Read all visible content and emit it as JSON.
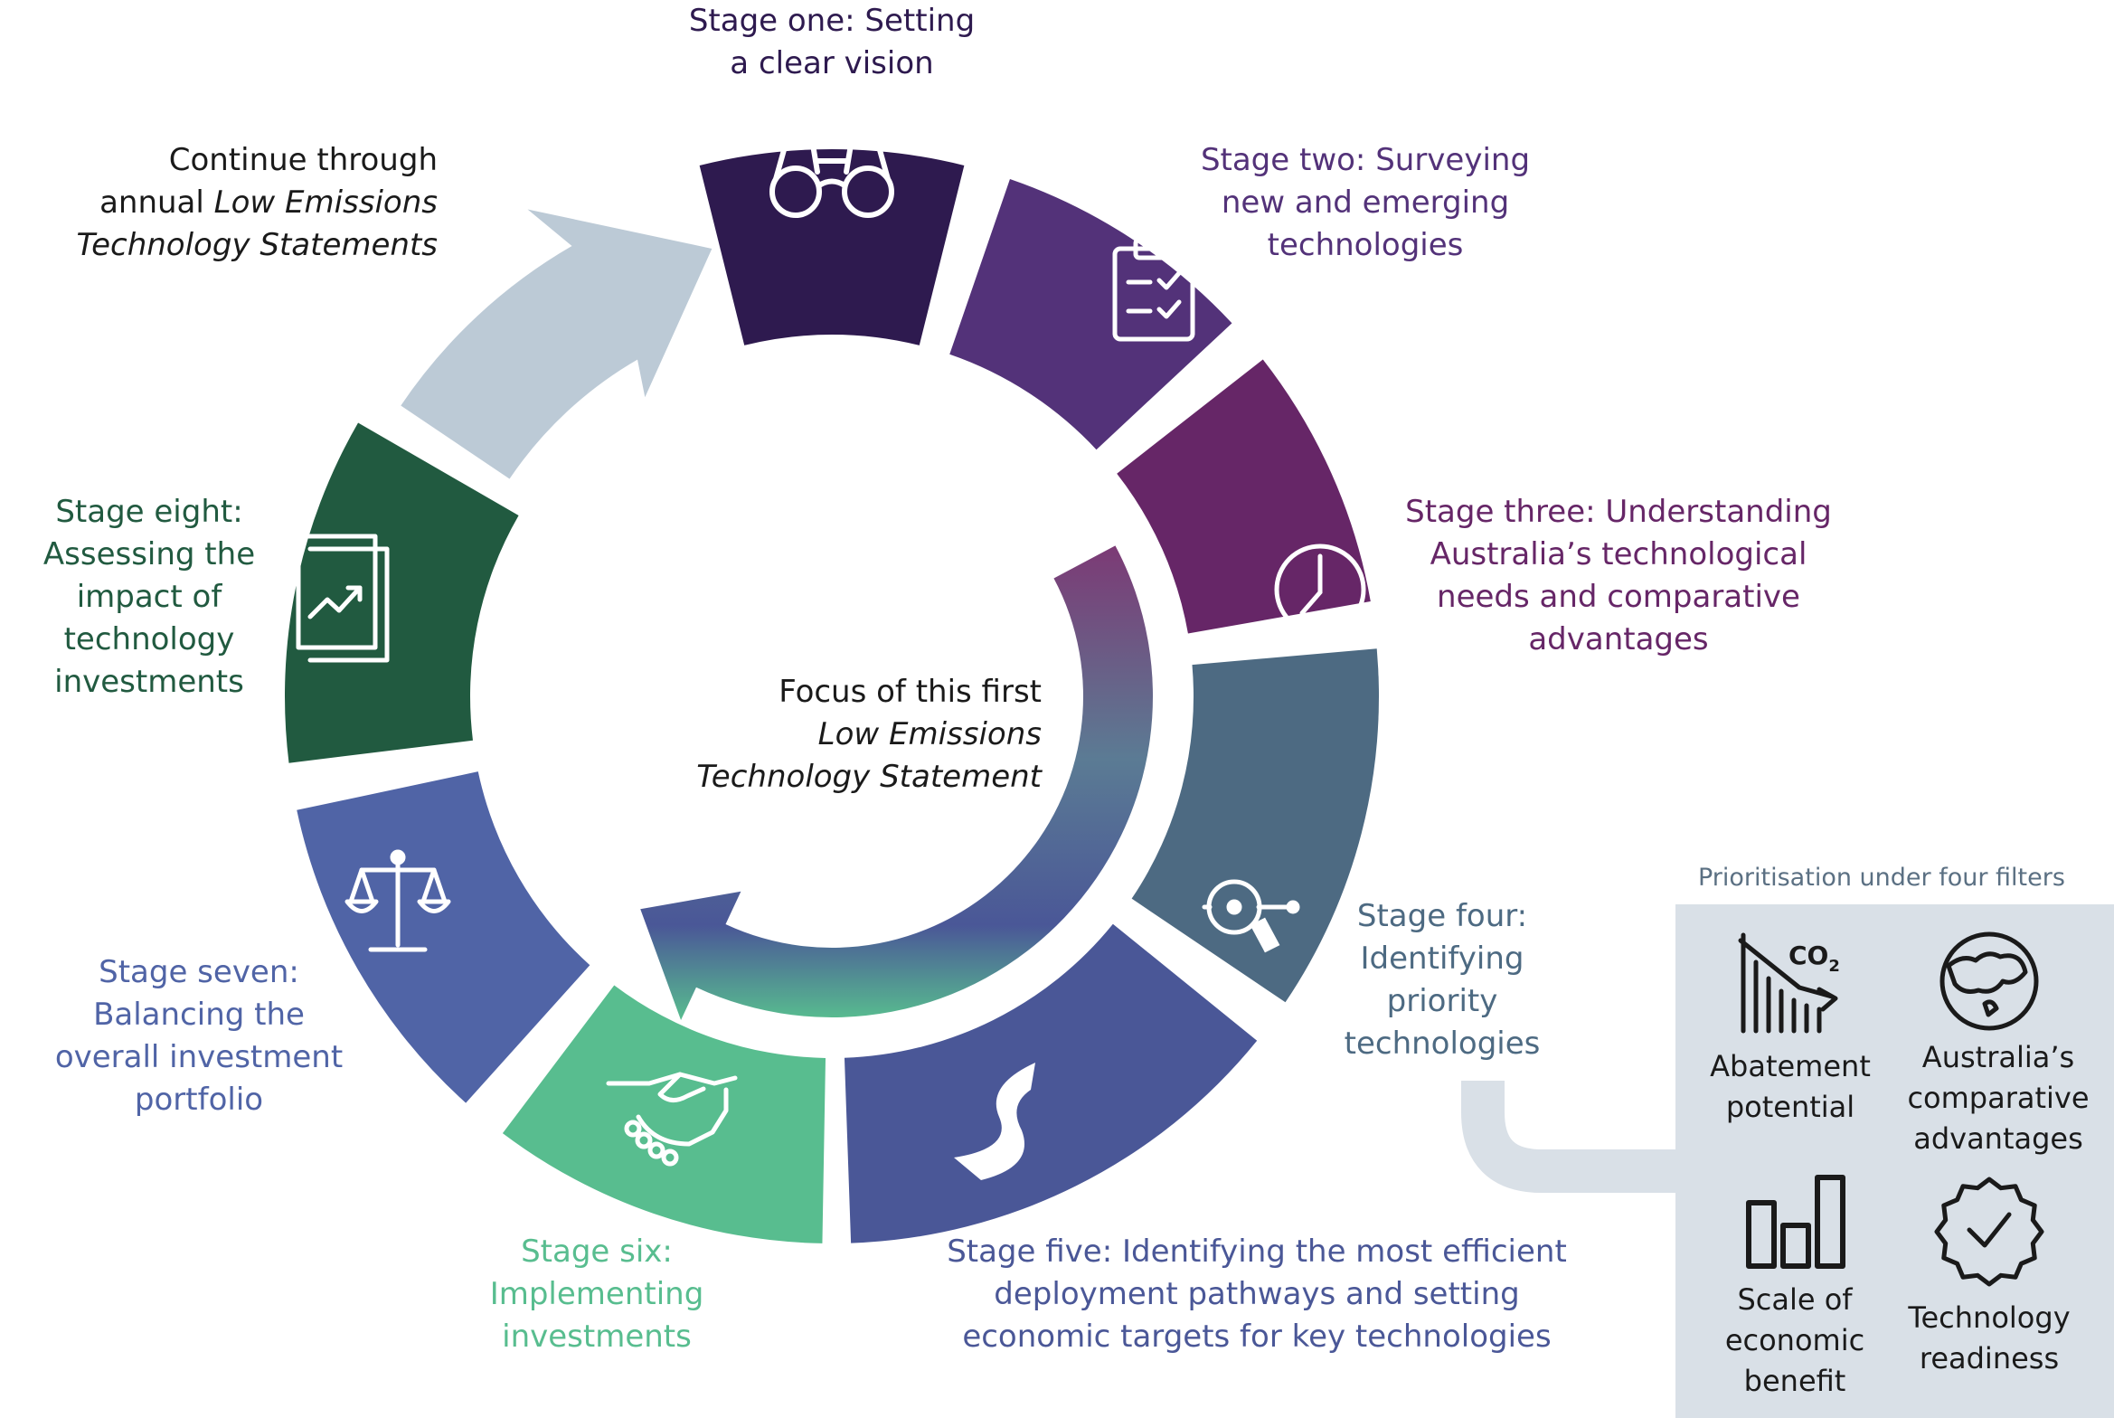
{
  "colors": {
    "stage1": "#2e1a4f",
    "stage2": "#533279",
    "stage3": "#662667",
    "stage4": "#5b7b94",
    "stage5": "#4a5797",
    "stage6": "#58bd8f",
    "stage7": "#5064a6",
    "stage8": "#215a40",
    "continue_arrow": "#bccad6",
    "filters_panel": "#d9e0e7",
    "text_dark": "#1a1a1a"
  },
  "stages": [
    {
      "id": "stage-one",
      "lines": [
        "Stage one: Setting",
        "a clear vision"
      ],
      "icon": "binoculars-icon",
      "color": "#2e1a4f"
    },
    {
      "id": "stage-two",
      "lines": [
        "Stage two: Surveying",
        "new and emerging",
        "technologies"
      ],
      "icon": "clipboard-checklist-icon",
      "color": "#533279"
    },
    {
      "id": "stage-three",
      "lines": [
        "Stage three: Understanding",
        "Australia’s technological",
        "needs and comparative",
        "advantages"
      ],
      "icon": "clock-icon",
      "color": "#662667"
    },
    {
      "id": "stage-four",
      "lines": [
        "Stage four:",
        "Identifying",
        "priority",
        "technologies"
      ],
      "icon": "magnifier-target-icon",
      "color": "#4d6a82"
    },
    {
      "id": "stage-five",
      "lines": [
        "Stage five: Identifying the most efficient",
        "deployment pathways and setting",
        "economic targets for key technologies"
      ],
      "icon": "road-icon",
      "color": "#4a5797"
    },
    {
      "id": "stage-six",
      "lines": [
        "Stage six:",
        "Implementing",
        "investments"
      ],
      "icon": "handshake-icon",
      "color": "#58bd8f"
    },
    {
      "id": "stage-seven",
      "lines": [
        "Stage seven:",
        "Balancing the",
        "overall investment",
        "portfolio"
      ],
      "icon": "scales-icon",
      "color": "#5064a6"
    },
    {
      "id": "stage-eight",
      "lines": [
        "Stage eight:",
        "Assessing the",
        "impact of",
        "technology",
        "investments"
      ],
      "icon": "report-chart-icon",
      "color": "#215a40"
    }
  ],
  "continue_note": {
    "line1": "Continue through",
    "line2_prefix": "annual ",
    "line2_italic": "Low Emissions",
    "line3_italic": "Technology Statements"
  },
  "focus_note": {
    "line1": "Focus of this first",
    "line2_italic": "Low Emissions",
    "line3_italic": "Technology Statement"
  },
  "filters": {
    "title": "Prioritisation under four filters",
    "items": [
      {
        "lines": [
          "Abatement",
          "potential"
        ],
        "icon": "co2-declining-chart-icon"
      },
      {
        "lines": [
          "Australia’s",
          "comparative",
          "advantages"
        ],
        "icon": "globe-australia-icon"
      },
      {
        "lines": [
          "Scale of",
          "economic",
          "benefit"
        ],
        "icon": "bar-chart-icon"
      },
      {
        "lines": [
          "Technology",
          "readiness"
        ],
        "icon": "badge-check-icon"
      }
    ],
    "co2_label": "CO",
    "co2_sub": "2"
  }
}
